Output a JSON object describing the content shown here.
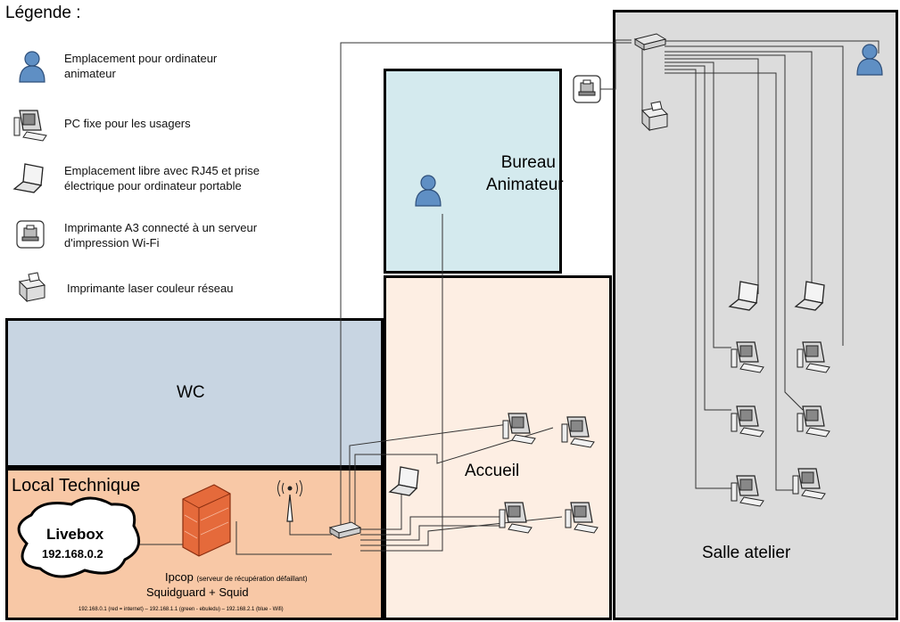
{
  "legend": {
    "title": "Légende :",
    "items": [
      {
        "icon": "person-icon",
        "text_lines": [
          "Emplacement pour ordinateur",
          "animateur"
        ]
      },
      {
        "icon": "desktop-pc-icon",
        "text_lines": [
          "PC fixe pour les usagers"
        ]
      },
      {
        "icon": "laptop-icon",
        "text_lines": [
          "Emplacement libre avec RJ45 et prise",
          "électrique pour ordinateur portable"
        ]
      },
      {
        "icon": "wifi-printer-icon",
        "text_lines": [
          "Imprimante A3 connecté à un serveur",
          "d'impression Wi-Fi"
        ]
      },
      {
        "icon": "laser-printer-icon",
        "text_lines": [
          "Imprimante laser couleur réseau"
        ]
      }
    ]
  },
  "rooms": {
    "bureau": {
      "label_lines": [
        "Bureau",
        "Animateur"
      ],
      "color": "#d4eaee"
    },
    "wc": {
      "label": "WC",
      "color": "#c8d5e2"
    },
    "local_technique": {
      "label": "Local Technique",
      "color": "#f8c8a6"
    },
    "accueil": {
      "label": "Accueil",
      "color": "#fdeee3"
    },
    "salle_atelier": {
      "label": "Salle atelier",
      "color": "#dcdcdc"
    }
  },
  "network": {
    "livebox": {
      "name": "Livebox",
      "ip": "192.168.0.2"
    },
    "ipcop": {
      "name": "Ipcop",
      "note": "(serveur de récupération défaillant)",
      "proxy": "Squidguard + Squid",
      "addresses": "192.168.0.1 (red = internet) – 192.168.1.1 (green - ebuledu) – 192.168.2.1 (blue - Wifi)"
    }
  }
}
